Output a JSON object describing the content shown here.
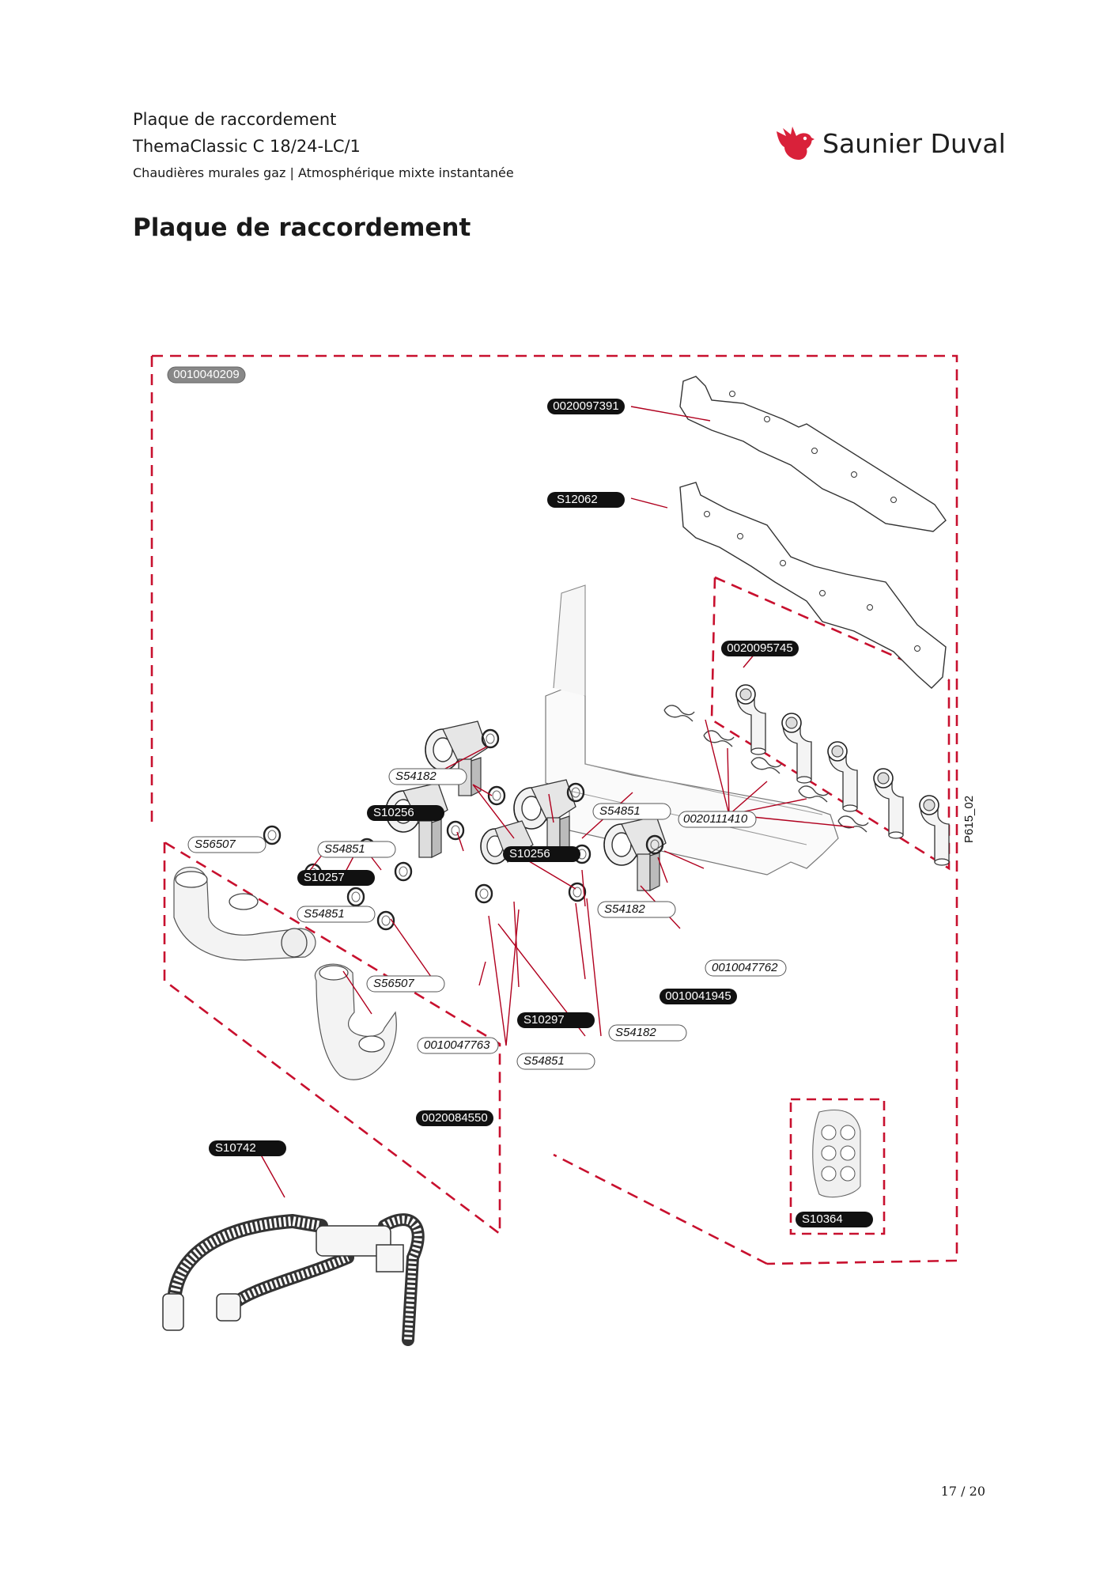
{
  "header": {
    "line1": "Plaque de raccordement",
    "line2": "ThemaClassic C 18/24-LC/1",
    "line3": "Chaudières murales gaz | Atmosphérique mixte instantanée"
  },
  "logo": {
    "brand": "Saunier Duval",
    "icon": "bird-logo-icon",
    "color": "#d9213a"
  },
  "page_title": "Plaque de raccordement",
  "diagram": {
    "figure_code": "P615_02",
    "part_labels": {
      "kit": "0010040209",
      "bar_top": "0020097391",
      "bar_bottom": "S12062",
      "pipe_kit": "0020095745",
      "clips": "0020111410",
      "washer_top": "S54182",
      "valve_left": "S10256",
      "washer_mid": "S54851",
      "valve_mid": "S10256",
      "seal_left": "S56507",
      "washer_left": "S54851",
      "valve_low": "S10257",
      "washer_low": "S54851",
      "washer_right": "S54182",
      "ring_right": "0010047762",
      "valve_right": "0010041945",
      "seal_low": "S56507",
      "fitting": "S10297",
      "washer_bottom": "S54182",
      "ring_bottom": "0010047763",
      "washer_last": "S54851",
      "siphon": "0020084550",
      "hose": "S10742",
      "seal_sheet": "S10364"
    }
  },
  "footer": {
    "page": "17 / 20"
  },
  "colors": {
    "dash": "#c8102e",
    "line": "#b0001e"
  }
}
